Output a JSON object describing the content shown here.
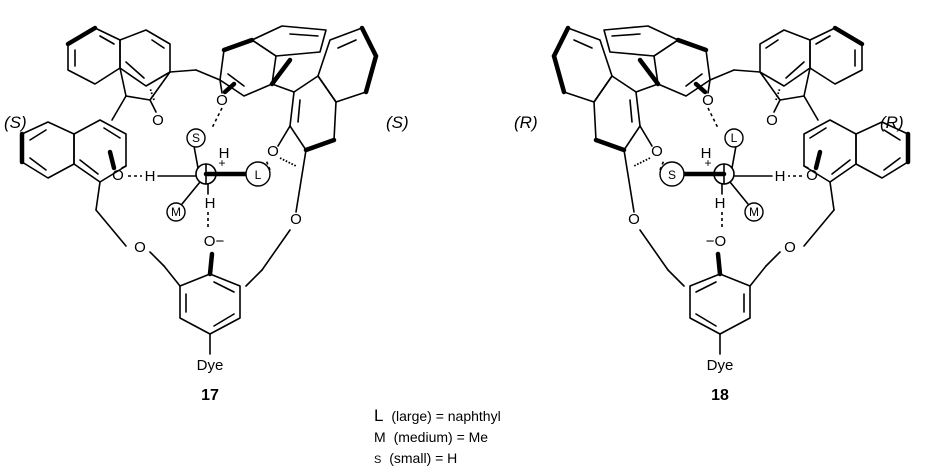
{
  "compounds": [
    {
      "id": "17",
      "label": "17",
      "descriptor_left": "(S)",
      "descriptor_right": "(S)",
      "dye": "Dye",
      "atoms": {
        "o_top_left": "O",
        "o_top_right": "O",
        "o_right": "O",
        "o_left": "O",
        "o_ether_left": "O",
        "o_ether_right": "O",
        "o_phenolate": "O−",
        "h_left": "H",
        "h_top": "H",
        "h_bottom": "H",
        "plus": "+"
      },
      "substituents": {
        "small": "S",
        "large": "L",
        "medium": "M"
      }
    },
    {
      "id": "18",
      "label": "18",
      "descriptor_left": "(R)",
      "descriptor_right": "(R)",
      "dye": "Dye",
      "atoms": {
        "o_top_left": "O",
        "o_top_right": "O",
        "o_left": "O",
        "o_right": "O",
        "o_ether_left": "O",
        "o_ether_right": "O",
        "o_phenolate": "−O",
        "h_right": "H",
        "h_top": "H",
        "h_bottom": "H",
        "plus": "+"
      },
      "substituents": {
        "small": "S",
        "large": "L",
        "medium": "M"
      }
    }
  ],
  "legend": [
    {
      "symbol": "L",
      "text": "(large) = naphthyl"
    },
    {
      "symbol": "M",
      "text": "(medium) = Me"
    },
    {
      "symbol": "S",
      "text": "(small) = H"
    }
  ]
}
